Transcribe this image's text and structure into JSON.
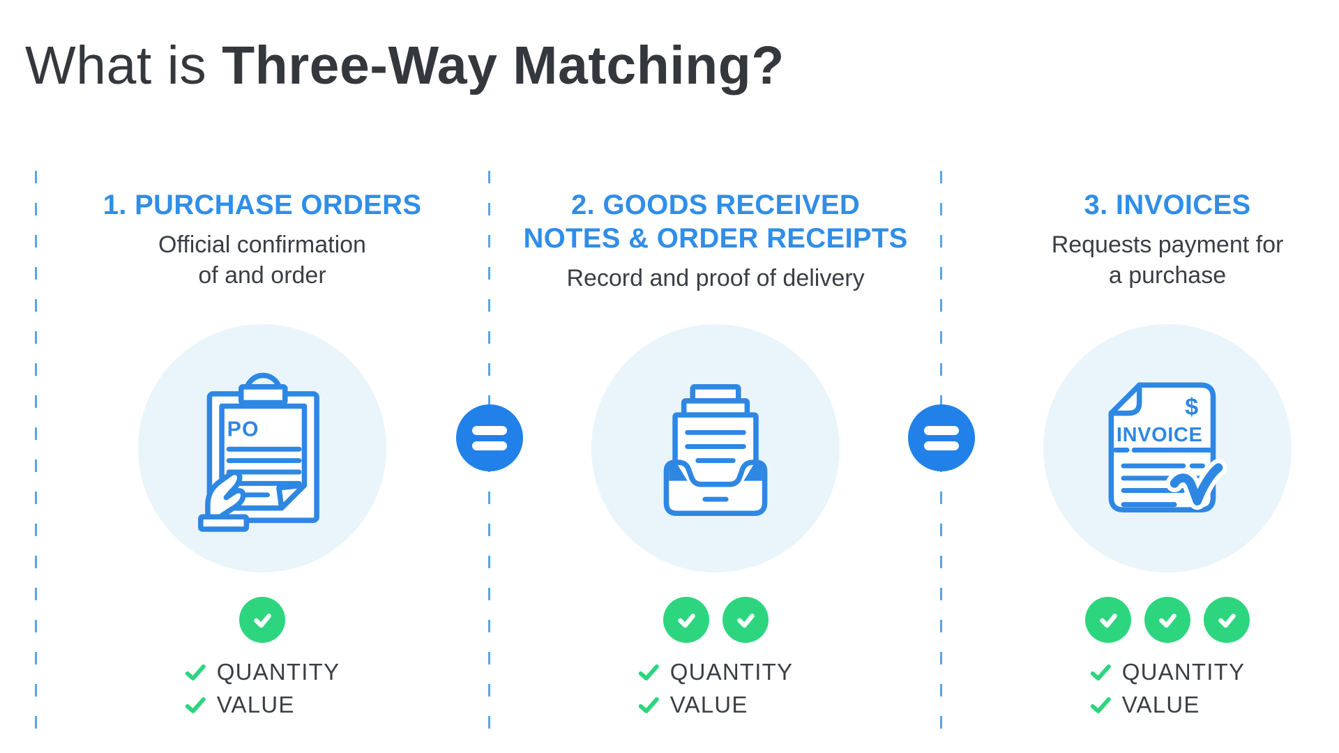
{
  "title": {
    "light": "What is ",
    "bold": "Three-Way Matching?"
  },
  "colors": {
    "accent_blue": "#2f8ee8",
    "icon_stroke_blue": "#2e87e2",
    "equals_circle_blue": "#2181e8",
    "light_icon_circle": "#e9f5fb",
    "dashed_line_blue": "#54a5ea",
    "check_green": "#2ed57f",
    "dark_text": "#3a3e44"
  },
  "icons": {
    "separator": "equals-icon",
    "match": "check-icon"
  },
  "columns": [
    {
      "heading": "1. PURCHASE ORDERS",
      "subtitle": "Official confirmation\nof and order",
      "icon": "purchase-order-clipboard",
      "icon_label": "PO",
      "check_count": 1,
      "items": [
        "QUANTITY",
        "VALUE"
      ]
    },
    {
      "heading": "2. GOODS RECEIVED\nNOTES & ORDER RECEIPTS",
      "subtitle": "Record and proof of delivery",
      "icon": "goods-received-tray",
      "check_count": 2,
      "items": [
        "QUANTITY",
        "VALUE"
      ]
    },
    {
      "heading": "3. INVOICES",
      "subtitle": "Requests payment for\na purchase",
      "icon": "invoice-document",
      "icon_labels": {
        "currency": "$",
        "title": "INVOICE"
      },
      "check_count": 3,
      "items": [
        "QUANTITY",
        "VALUE"
      ]
    }
  ]
}
